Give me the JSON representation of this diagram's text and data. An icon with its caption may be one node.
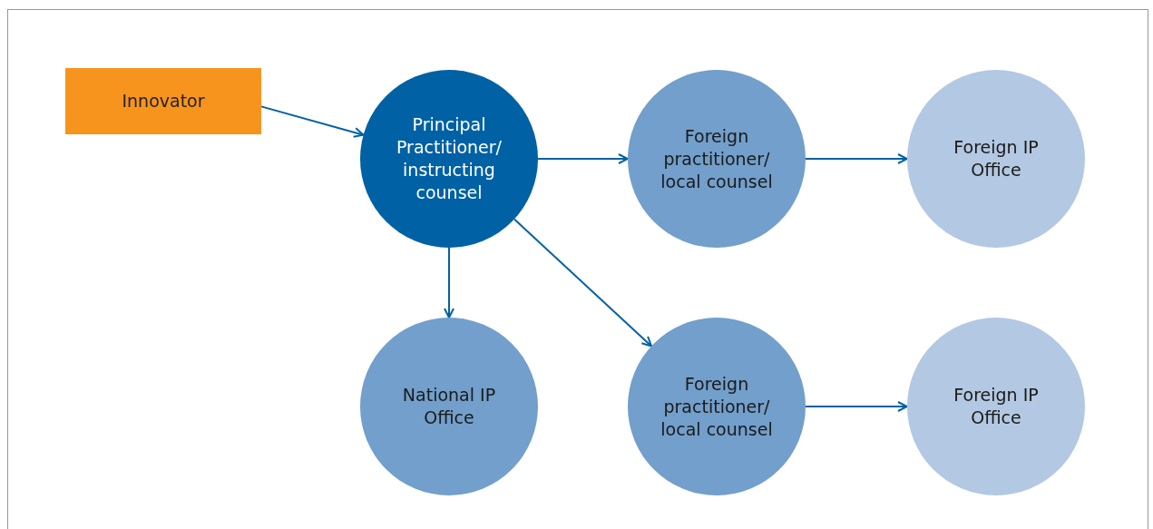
{
  "diagram": {
    "nodes": [
      {
        "text": [
          "Innovator"
        ]
      },
      {
        "text": [
          "Principal Practitioner/ instructing counsel"
        ]
      },
      {
        "text": [
          "Foreign practitioner/ local counsel"
        ]
      },
      {
        "text": [
          "Foreign IP Office"
        ]
      },
      {
        "text": [
          "National IP Office"
        ]
      },
      {
        "text": [
          "Foreign practitioner/ local counsel"
        ]
      },
      {
        "text": [
          "Foreign IP Office"
        ]
      }
    ],
    "edges": [
      {
        "from": 0,
        "to": 1,
        "arrow": "to"
      },
      {
        "from": 1,
        "to": 2,
        "arrow": "to"
      },
      {
        "from": 2,
        "to": 3,
        "arrow": "to"
      },
      {
        "from": 1,
        "to": 4,
        "arrow": "to"
      },
      {
        "from": 1,
        "to": 5,
        "arrow": "to"
      },
      {
        "from": 5,
        "to": 6,
        "arrow": "to"
      }
    ]
  }
}
